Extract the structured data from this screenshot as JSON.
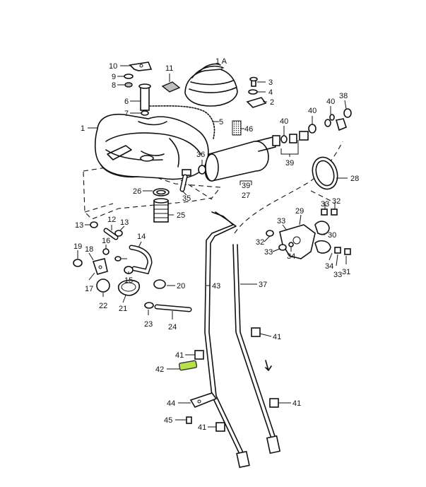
{
  "labels": {
    "l1": "1",
    "l1a": "1 A",
    "l2": "2",
    "l3": "3",
    "l4": "4",
    "l5": "5",
    "l6": "6",
    "l7": "7",
    "l8": "8",
    "l9": "9",
    "l10": "10",
    "l11": "11",
    "l12": "12",
    "l13a": "13",
    "l13b": "13",
    "l14": "14",
    "l15": "15",
    "l16": "16",
    "l17": "17",
    "l18": "18",
    "l19": "19",
    "l20": "20",
    "l21": "21",
    "l22": "22",
    "l23": "23",
    "l24": "24",
    "l25": "25",
    "l26": "26",
    "l27": "27",
    "l28": "28",
    "l29": "29",
    "l30": "30",
    "l31": "31",
    "l32a": "32",
    "l32b": "32",
    "l33a": "33",
    "l33b": "33",
    "l33c": "33",
    "l34a": "34",
    "l34b": "34",
    "l35": "35",
    "l36": "36",
    "l37": "37",
    "l38": "38",
    "l39a": "39",
    "l39b": "39",
    "l40a": "40",
    "l40b": "40",
    "l40c": "40",
    "l41a": "41",
    "l41b": "41",
    "l41c": "41",
    "l41d": "41",
    "l42": "42",
    "l43": "43",
    "l44": "44",
    "l45": "45",
    "l46": "46"
  },
  "highlight": {
    "part": "42",
    "color": "#b8e04a"
  }
}
